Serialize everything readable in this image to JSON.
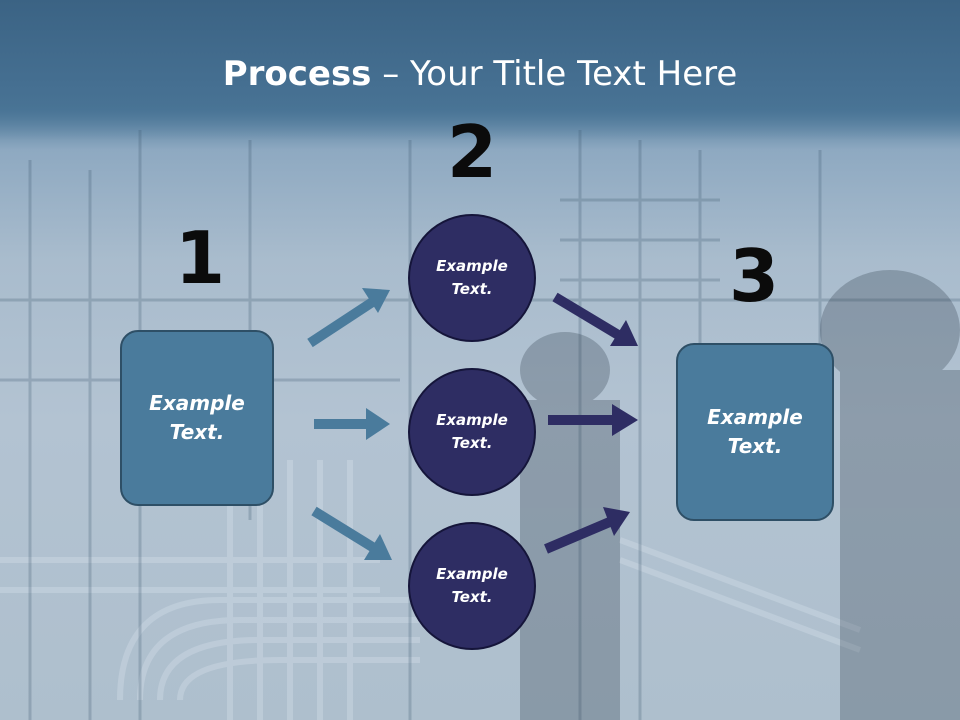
{
  "slide": {
    "title_bold": "Process",
    "title_rest": " – Your Title Text Here"
  },
  "steps": [
    {
      "number": "1"
    },
    {
      "number": "2"
    },
    {
      "number": "3"
    }
  ],
  "boxes": {
    "left": "Example\nText.",
    "right": "Example\nText.",
    "circles": [
      "Example\nText.",
      "Example\nText.",
      "Example\nText."
    ]
  },
  "colors": {
    "left_arrows": "#4a7b9c",
    "right_arrows": "#2e2d63",
    "rect_fill": "#4a7b9c",
    "circle_fill": "#2e2d63"
  }
}
